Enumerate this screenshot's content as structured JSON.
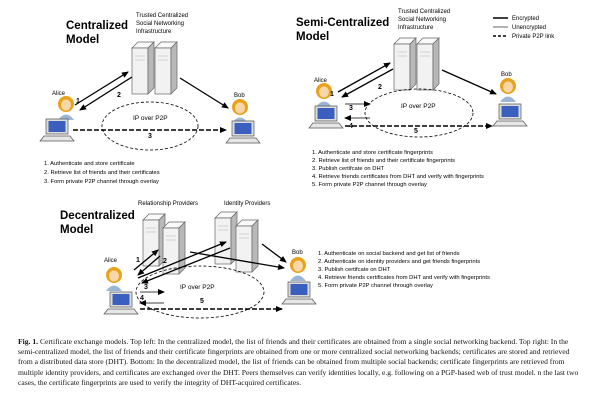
{
  "colors": {
    "server_face": "#f2f2f2",
    "server_side": "#b8b8b8",
    "line": "#000000",
    "monitor": "#3b5fbf",
    "hair": "#e8a21b",
    "skin": "#f6d7a7"
  },
  "legend": {
    "encrypted": "Encrypted",
    "unencrypted": "Unencrypted",
    "private_link": "Private P2P link"
  },
  "centralized": {
    "title_line1": "Centralized",
    "title_line2": "Model",
    "server_label": [
      "Trusted Centralized",
      "Social Networking",
      "Infrastructure"
    ],
    "alice": "Alice",
    "bob": "Bob",
    "cloud": "IP over P2P",
    "nums": [
      "1",
      "2",
      "3"
    ],
    "steps": [
      "1. Authenticate and store certificate",
      "2. Retrieve list of friends and their certificates",
      "3. Form private P2P channel through overlay"
    ]
  },
  "semi": {
    "title_line1": "Semi-Centralized",
    "title_line2": "Model",
    "server_label": [
      "Trusted Centralized",
      "Social Networking",
      "Infrastructure"
    ],
    "alice": "Alice",
    "bob": "Bob",
    "cloud": "IP over P2P",
    "nums": [
      "1",
      "2",
      "3",
      "4",
      "5"
    ],
    "steps": [
      "1. Authenticate and store certificate fingerprints",
      "2. Retrieve list of friends and their certificate fingerprints",
      "3. Publish certifcate on DHT",
      "4. Retrieve friends certificates from DHT and verify with fingerprints",
      "5. Form private P2P channel through overlay"
    ]
  },
  "decentralized": {
    "title_line1": "Decentralized",
    "title_line2": "Model",
    "rel_label": "Relationship Providers",
    "id_label": "Identity Providers",
    "alice": "Alice",
    "bob": "Bob",
    "cloud": "IP over P2P",
    "nums": [
      "1",
      "2",
      "3",
      "4",
      "5"
    ],
    "steps": [
      "1. Authenticate on social backend and get list of friends",
      "2. Authenticate on identity providers and get friends fingerprints",
      "3. Publish certifcate on DHT",
      "4. Retrieve friends certificates from DHT and verify with fingerprints",
      "5. Form private P2P channel through overlay"
    ]
  },
  "caption": {
    "label": "Fig. 1.",
    "text": "Certificate exchange models. Top left: In the centralized model, the list of friends and their certificates are obtained from a single social networking backend. Top right: In the semi-centralized model, the list of friends and their certificate fingerprints are obtained from one or more centralized social networking backends; certificates are stored and retrieved from a distributed data store (DHT). Bottom: In the decentralized model, the list of friends can be obtained from multiple social backends; certificate fingerprints are retrieved from multiple identity providers, and certificates are exchanged over the DHT. Peers themselves can verify identities locally, e.g. following on a PGP-based web of trust model. n the last two cases, the certificate fingerprints are used to verify the integrity of DHT-acquired certificates."
  }
}
